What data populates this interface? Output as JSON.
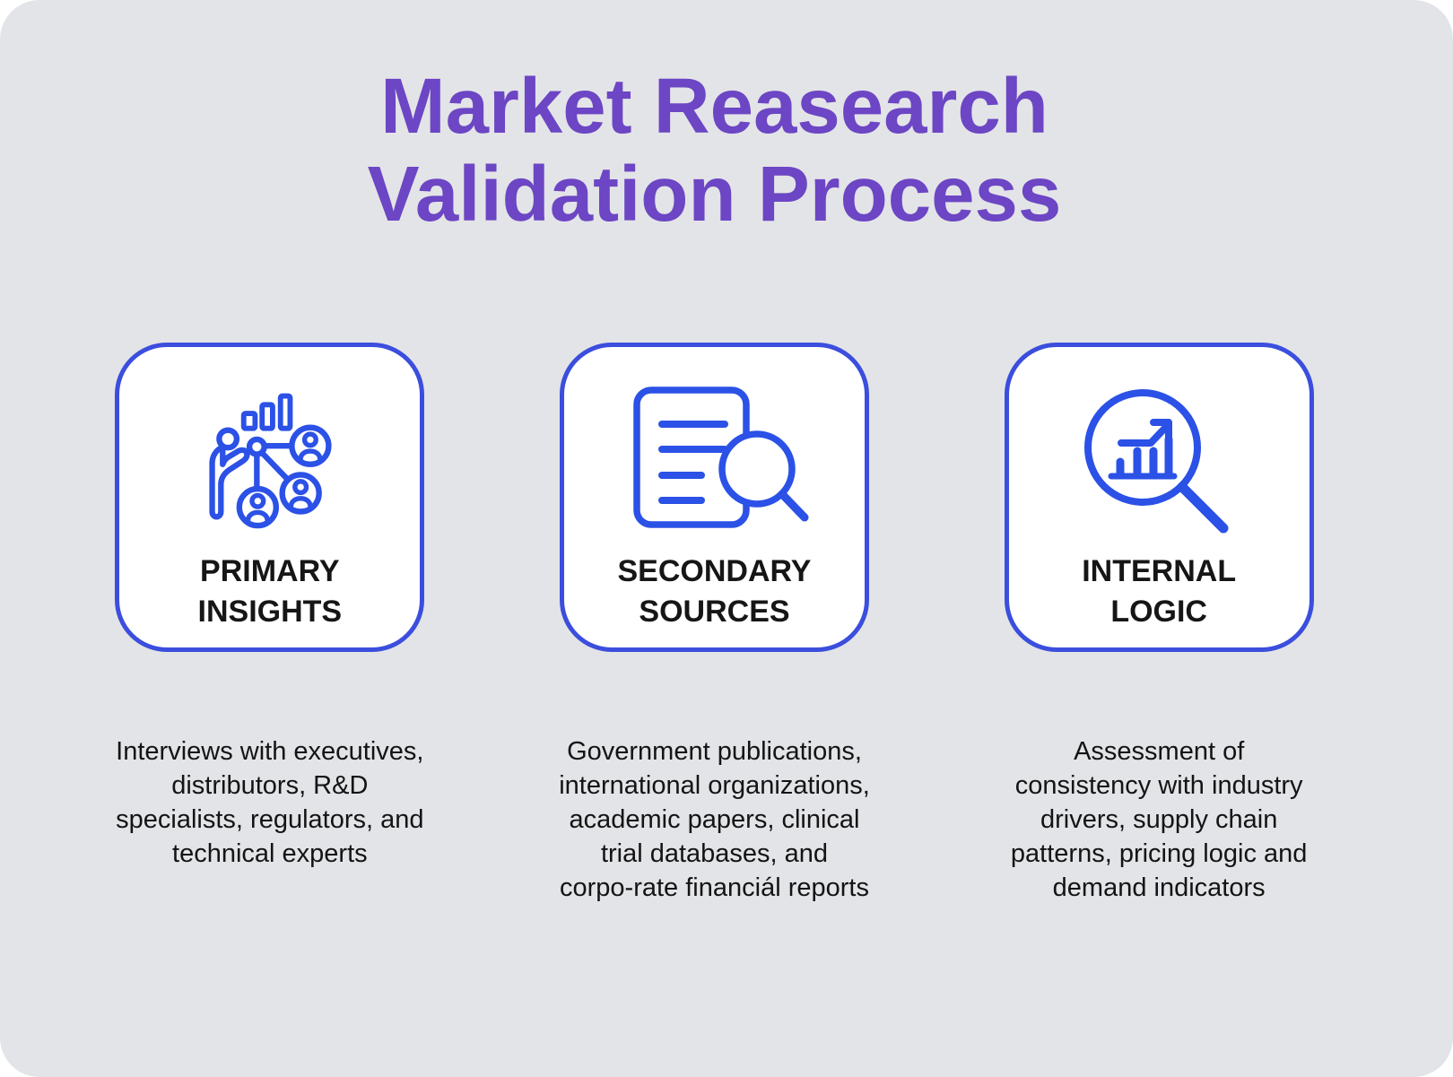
{
  "colors": {
    "page_background": "#ffffff",
    "panel_background": "#E3E4E7",
    "accent_blue": "#2B51E6",
    "card_border": "#3B4EDD",
    "title_purple": "#6C46C4",
    "text_dark": "#161616"
  },
  "title": {
    "text": "Market Reasearch\nValidation Process"
  },
  "cards": [
    {
      "label": "PRIMARY\nINSIGHTS",
      "icon": "people-network-chart-icon",
      "description": "Interviews with executives,\ndistributors, R&D\nspecialists, regulators, and\ntechnical experts"
    },
    {
      "label": "SECONDARY\nSOURCES",
      "icon": "document-search-icon",
      "description": "Government publications,\ninternational organizations,\nacademic papers, clinical\ntrial databases, and\ncorpo-rate financiál reports"
    },
    {
      "label": "INTERNAL\nLOGIC",
      "icon": "magnifier-growth-chart-icon",
      "description": "Assessment of\nconsistency with industry\ndrivers, supply chain\npatterns, pricing logic and\ndemand indicators"
    }
  ]
}
